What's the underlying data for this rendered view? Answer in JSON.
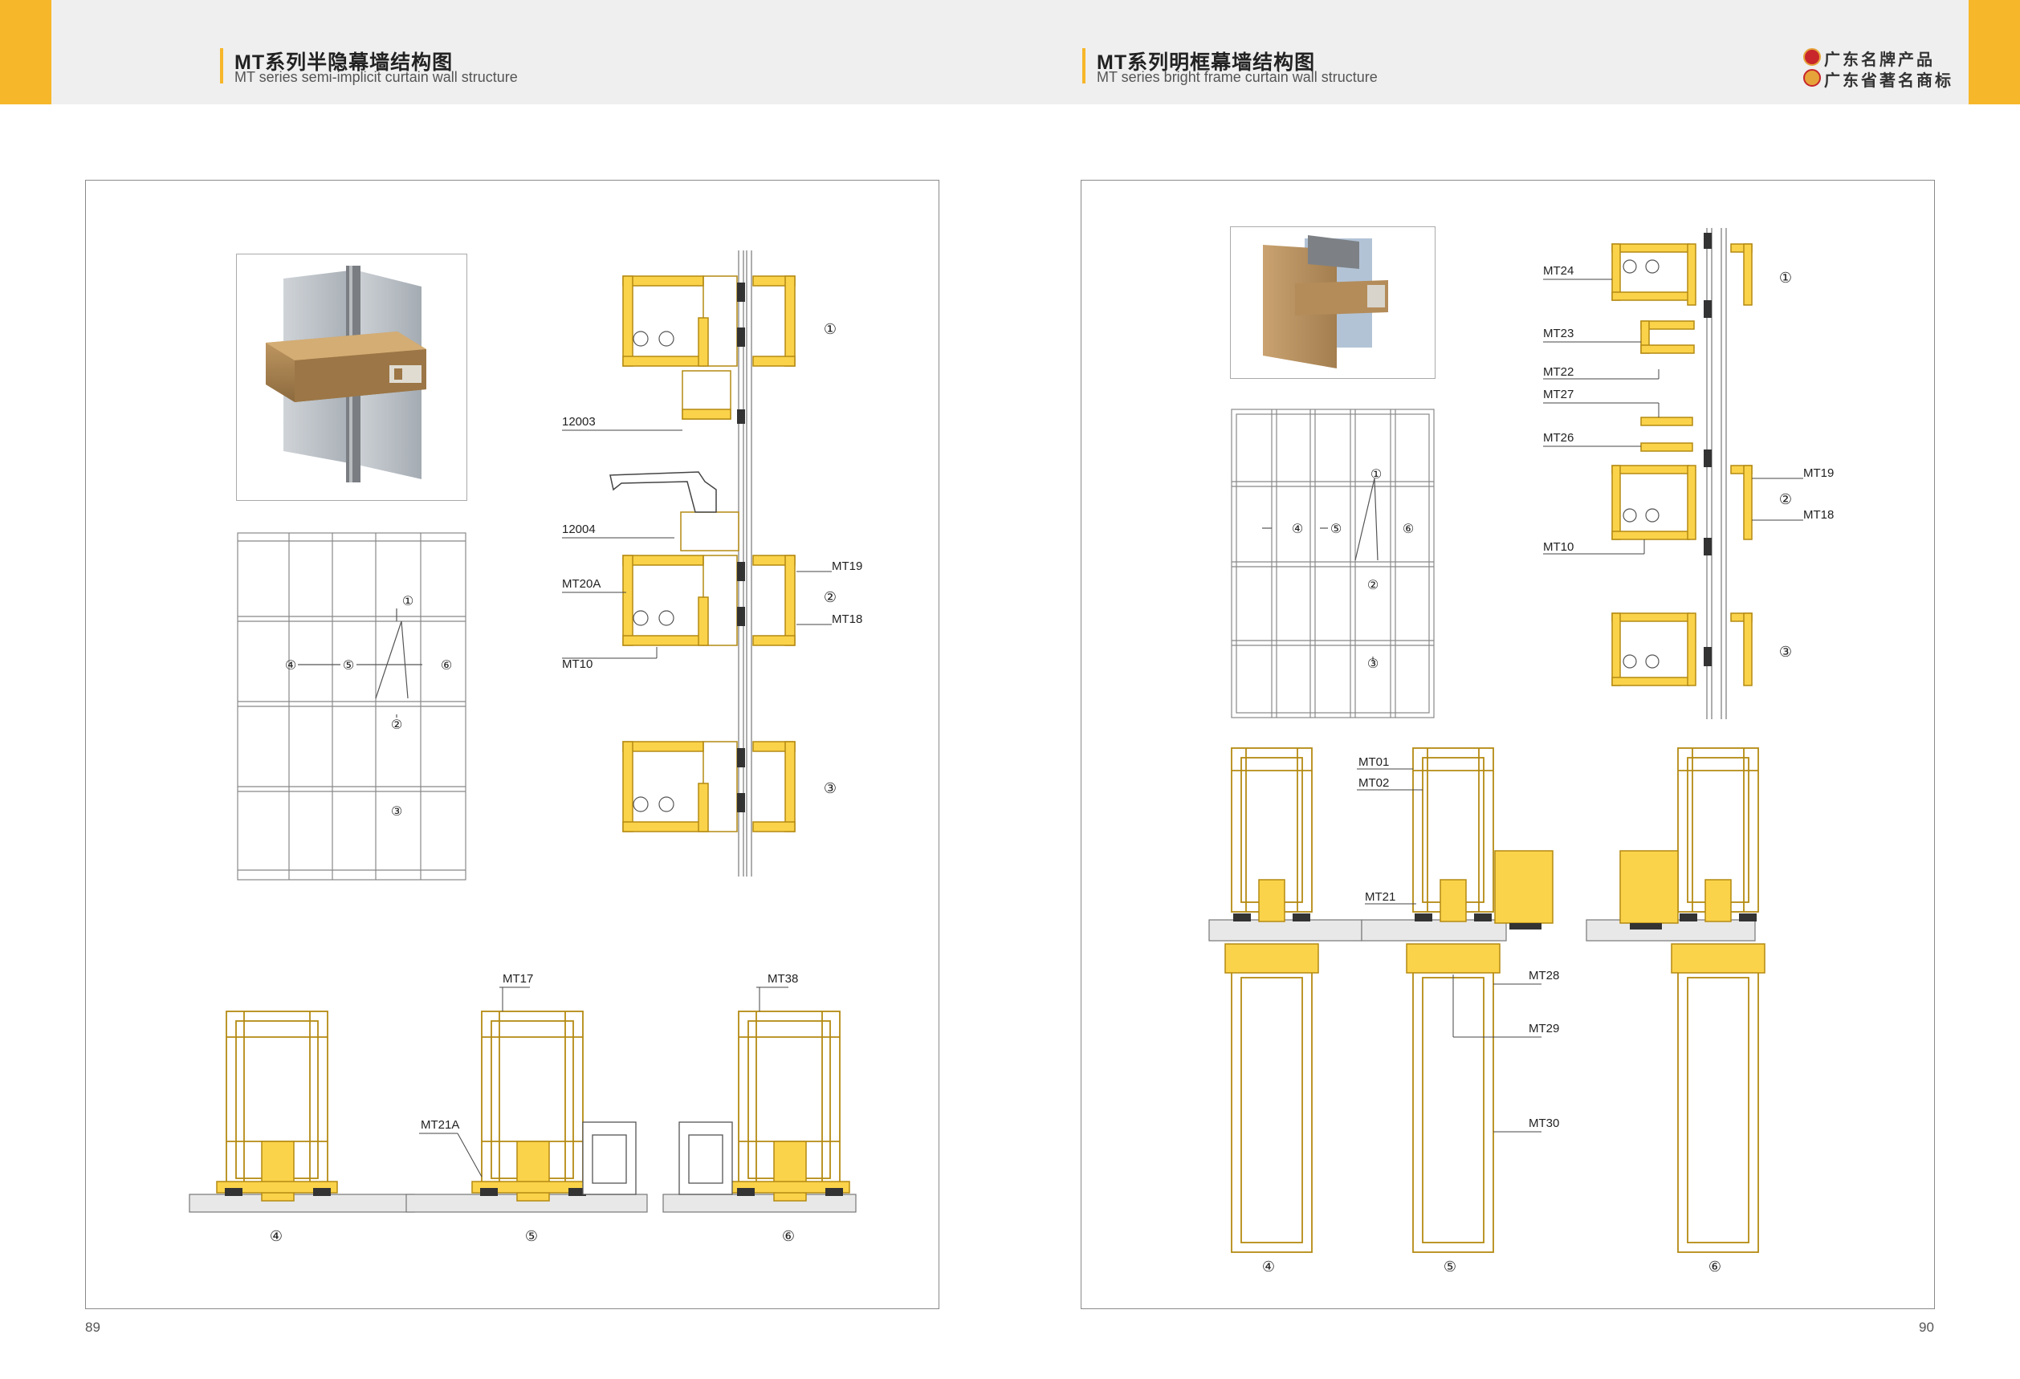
{
  "left_page": {
    "title_cn": "MT系列半隐幕墙结构图",
    "title_en": "MT series semi-implicit curtain wall structure",
    "page_number": "89",
    "labels": {
      "l12003": "12003",
      "l12004": "12004",
      "mt20a": "MT20A",
      "mt10": "MT10",
      "mt19": "MT19",
      "mt18": "MT18",
      "mt17": "MT17",
      "mt38": "MT38",
      "mt21a": "MT21A"
    },
    "markers": {
      "m1": "①",
      "m2": "②",
      "m3": "③",
      "m4": "④",
      "m5": "⑤",
      "m6": "⑥"
    }
  },
  "right_page": {
    "title_cn": "MT系列明框幕墙结构图",
    "title_en": "MT series bright frame curtain wall structure",
    "page_number": "90",
    "brand_line_1": "广东名牌产品",
    "brand_line_2": "广东省著名商标",
    "labels": {
      "mt24": "MT24",
      "mt23": "MT23",
      "mt22": "MT22",
      "mt27": "MT27",
      "mt26": "MT26",
      "mt10": "MT10",
      "mt19": "MT19",
      "mt18": "MT18",
      "mt01": "MT01",
      "mt02": "MT02",
      "mt21": "MT21",
      "mt28": "MT28",
      "mt29": "MT29",
      "mt30": "MT30"
    },
    "markers": {
      "m1": "①",
      "m2": "②",
      "m3": "③",
      "m4": "④",
      "m5": "⑤",
      "m6": "⑥"
    }
  },
  "colors": {
    "accent": "#f7b72a",
    "profile_fill": "#fbd34a",
    "profile_stroke": "#b48a12",
    "gasket": "#333333",
    "photo_bronze": "#b08a55"
  }
}
